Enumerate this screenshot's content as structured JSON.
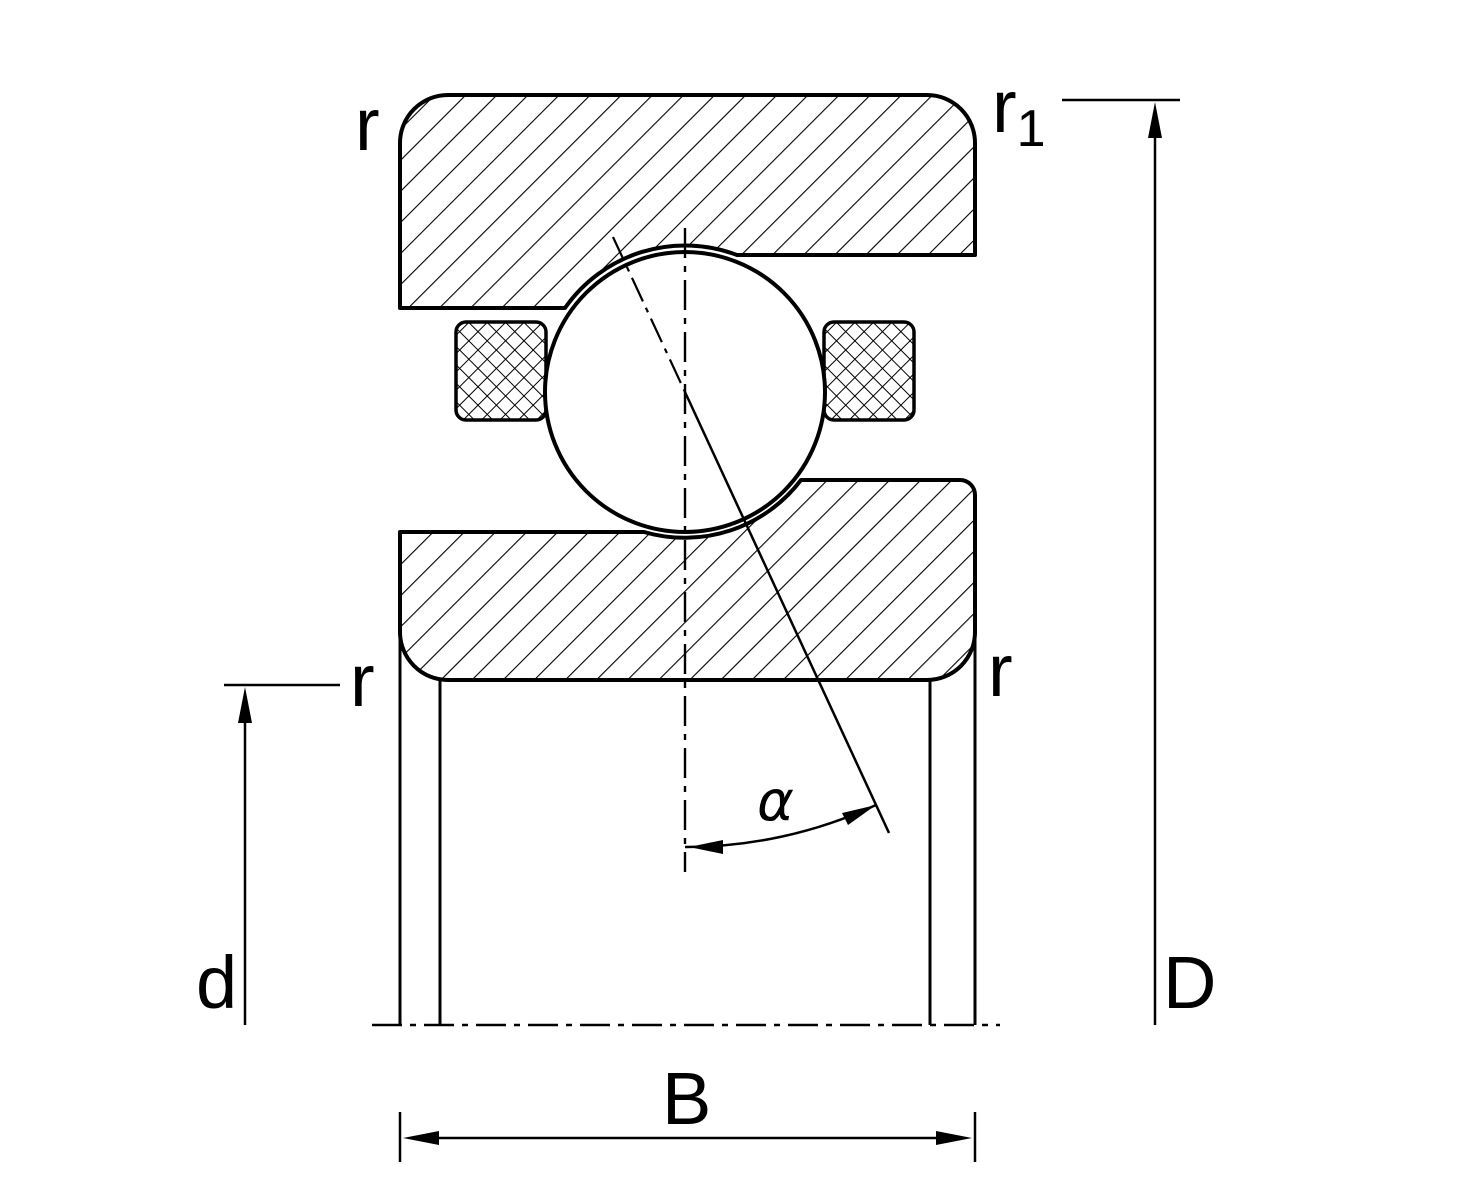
{
  "diagram": {
    "labels": {
      "chamfer_top_left": "r",
      "chamfer_top_right_base": "r",
      "chamfer_top_right_sub": "1",
      "chamfer_mid_left": "r",
      "chamfer_mid_right": "r",
      "bore_diameter": "d",
      "outside_diameter": "D",
      "width": "B",
      "contact_angle": "α"
    },
    "colors": {
      "line": "#000000",
      "background": "#ffffff"
    }
  }
}
